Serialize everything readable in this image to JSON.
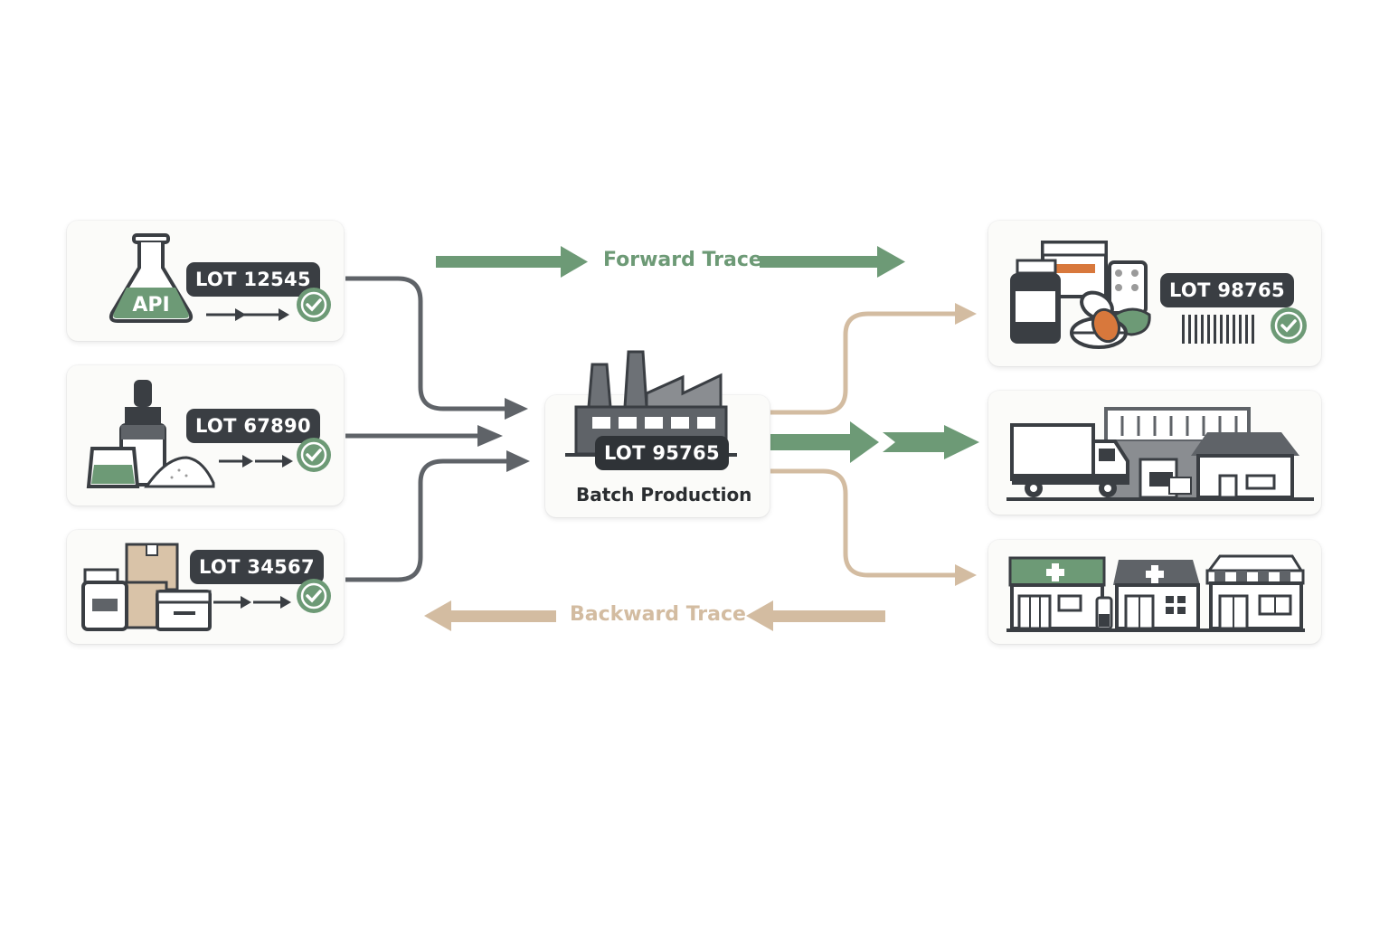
{
  "colors": {
    "forward": "#6d9a76",
    "backward": "#d3bca1",
    "input_arrow": "#5f6368",
    "dark": "#3a3e43",
    "accent_orange": "#d8783c",
    "box_tan": "#d9c3a8"
  },
  "suppliers": [
    {
      "lot": "LOT 12545",
      "icon": "flask-api-icon",
      "icon_text": "API"
    },
    {
      "lot": "LOT 67890",
      "icon": "dropper-bottle-powder-icon"
    },
    {
      "lot": "LOT 34567",
      "icon": "packaging-boxes-icon"
    }
  ],
  "production": {
    "lot": "LOT 95765",
    "caption": "Batch Production",
    "icon": "factory-icon"
  },
  "outputs": [
    {
      "lot": "LOT 98765",
      "icon": "medicine-products-icon"
    },
    {
      "icon": "truck-warehouse-icon"
    },
    {
      "icon": "pharmacy-stores-icon"
    }
  ],
  "forward_trace": {
    "label": "Forward Trace"
  },
  "backward_trace": {
    "label": "Backward Trace"
  }
}
